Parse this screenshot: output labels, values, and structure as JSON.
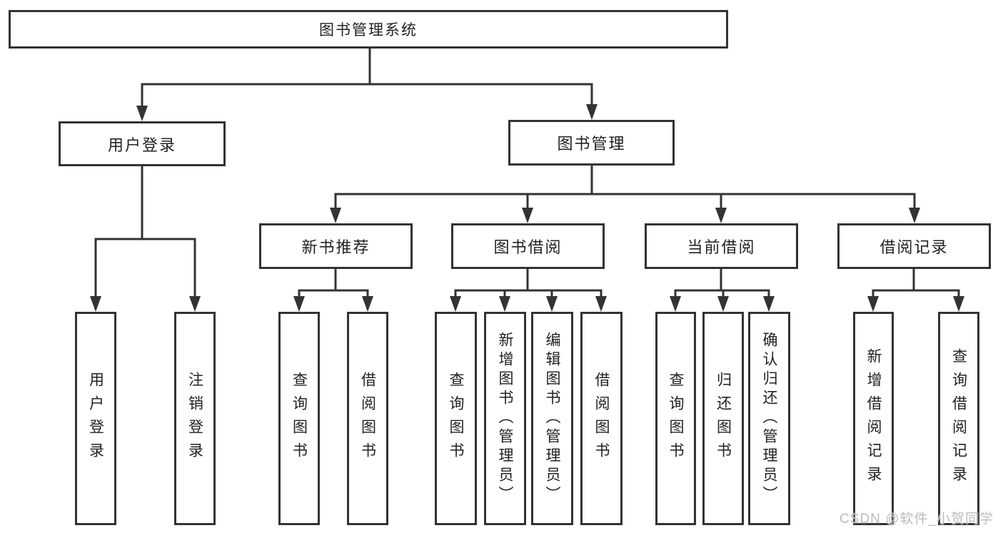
{
  "diagram": {
    "watermark": "CSDN @软件_小贺同学",
    "colors": {
      "line": "#333333",
      "text": "#222222",
      "watermark": "#bcbcbc",
      "background": "#ffffff"
    },
    "nodes": [
      {
        "id": "root",
        "label": "图书管理系统",
        "level": 1,
        "parent": null
      },
      {
        "id": "user-login",
        "label": "用户登录",
        "level": 2,
        "parent": "root"
      },
      {
        "id": "book-mgmt",
        "label": "图书管理",
        "level": 2,
        "parent": "root"
      },
      {
        "id": "new-book-rec",
        "label": "新书推荐",
        "level": 3,
        "parent": "book-mgmt"
      },
      {
        "id": "book-borrow",
        "label": "图书借阅",
        "level": 3,
        "parent": "book-mgmt"
      },
      {
        "id": "current-borrow",
        "label": "当前借阅",
        "level": 3,
        "parent": "book-mgmt"
      },
      {
        "id": "borrow-record",
        "label": "借阅记录",
        "level": 3,
        "parent": "book-mgmt"
      },
      {
        "id": "user-login-leaf",
        "label": "用户登录",
        "level": 4,
        "parent": "user-login"
      },
      {
        "id": "logout-leaf",
        "label": "注销登录",
        "level": 4,
        "parent": "user-login"
      },
      {
        "id": "query-book-rec",
        "label": "查询图书",
        "level": 4,
        "parent": "new-book-rec"
      },
      {
        "id": "borrow-book-rec",
        "label": "借阅图书",
        "level": 4,
        "parent": "new-book-rec"
      },
      {
        "id": "query-book-borrow",
        "label": "查询图书",
        "level": 4,
        "parent": "book-borrow"
      },
      {
        "id": "add-book",
        "label": "新增图书（管理员）",
        "level": 4,
        "parent": "book-borrow"
      },
      {
        "id": "edit-book",
        "label": "编辑图书（管理员）",
        "level": 4,
        "parent": "book-borrow"
      },
      {
        "id": "borrow-book",
        "label": "借阅图书",
        "level": 4,
        "parent": "book-borrow"
      },
      {
        "id": "query-book-current",
        "label": "查询图书",
        "level": 4,
        "parent": "current-borrow"
      },
      {
        "id": "return-book",
        "label": "归还图书",
        "level": 4,
        "parent": "current-borrow"
      },
      {
        "id": "confirm-return",
        "label": "确认归还（管理员）",
        "level": 4,
        "parent": "current-borrow"
      },
      {
        "id": "add-borrow-record",
        "label": "新增借阅记录",
        "level": 4,
        "parent": "borrow-record"
      },
      {
        "id": "query-borrow-record",
        "label": "查询借阅记录",
        "level": 4,
        "parent": "borrow-record"
      }
    ]
  }
}
